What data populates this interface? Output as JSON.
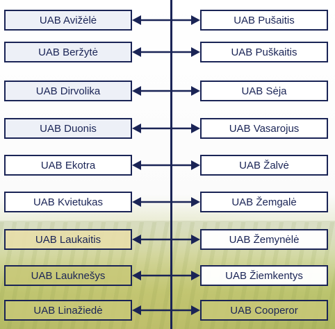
{
  "left_companies": [
    "UAB Avižėlė",
    "UAB Beržytė",
    "UAB Dirvolika",
    "UAB Duonis",
    "UAB Ekotra",
    "UAB Kvietukas",
    "UAB Laukaitis",
    "UAB Lauknešys",
    "UAB Linažiedė"
  ],
  "right_companies": [
    "UAB Pušaitis",
    "UAB Puškaitis",
    "UAB Sėja",
    "UAB Vasarojus",
    "UAB Žalvė",
    "UAB Žemgalė",
    "UAB Žemynėlė",
    "UAB Žiemkentys",
    "UAB Cooperor"
  ],
  "colors": {
    "border": "#1a2456",
    "text": "#1a2456",
    "connector": "#1a2456"
  }
}
